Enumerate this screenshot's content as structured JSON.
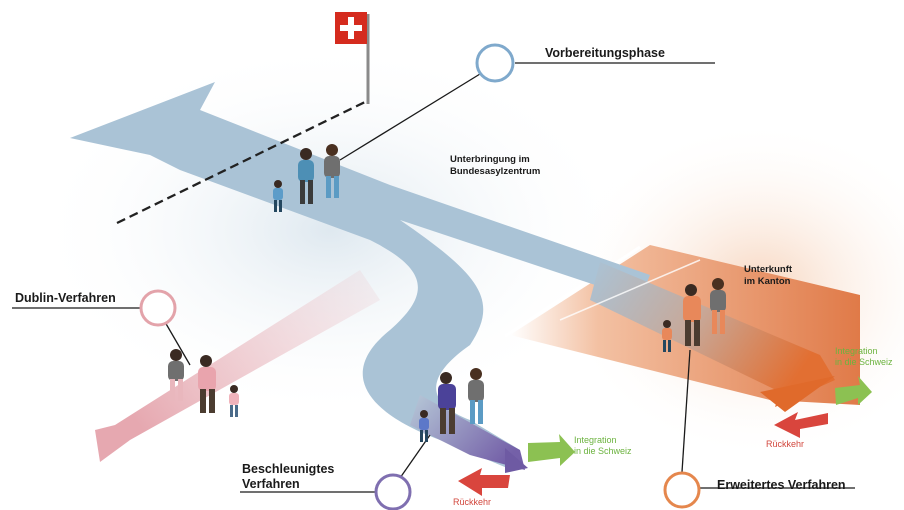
{
  "labels": {
    "vorbereitung": "Vorbereitungsphase",
    "unterbringung_bund": "Unterbringung im\nBundesasylzentrum",
    "dublin": "Dublin-Verfahren",
    "unterkunft_kanton": "Unterkunft\nim Kanton",
    "beschleunigt": "Beschleunigtes\nVerfahren",
    "erweitert": "Erweitertes Verfahren",
    "integration_left": "Integration\nin die Schweiz",
    "integration_right": "Integration\nin die Schweiz",
    "rueckkehr_left": "Rückkehr",
    "rueckkehr_right": "Rückkehr"
  },
  "colors": {
    "main_path": "#aac3d6",
    "dublin_path": "#e9b7bd",
    "fast_path": "#7d6fae",
    "extended_path": "#e8885a",
    "integration_arrow": "#8cc152",
    "return_arrow": "#d9453d",
    "circle_vorbereitung": "#7fa9cc",
    "circle_dublin": "#e3a3aa",
    "circle_beschleunigt": "#7f6fb0",
    "circle_erweitert": "#e5874d",
    "flag_red": "#d52b1e"
  },
  "icons": [
    "swiss-flag-icon",
    "family-walking-icon"
  ]
}
